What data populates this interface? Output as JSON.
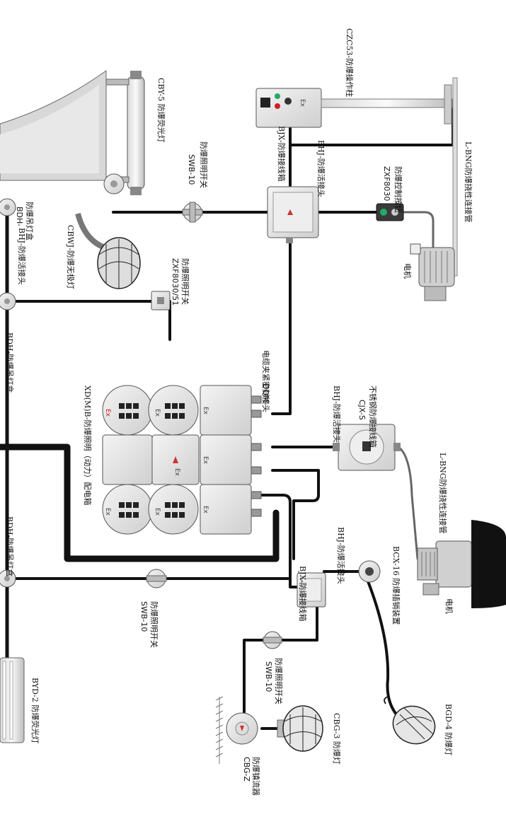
{
  "diagram": {
    "labels": {
      "czc53": "CZC53-防爆操作柱",
      "cby5": "CBY-5 防爆荧光灯",
      "swb10_top_model": "SWB-10",
      "swb10_top_name": "防爆照明开关",
      "bjx_top": "BJX-防爆接线箱",
      "bhj_top": "BHJ-防爆活接头",
      "zxf8030_model": "ZXF8030",
      "zxf8030_name": "防爆控制按钮",
      "lbng_top": "L-BNG防爆挠性连接管",
      "motor_top": "电机",
      "bdh_top_model": "BDH-",
      "bdh_top_name": "防爆吊灯盒",
      "bhj_left": "BHJ-防爆活接头",
      "cbwj": "CBWJ-防爆无极灯",
      "zxf80305_model": "ZXF8030/51",
      "zxf80305_name": "防爆照明开关",
      "dqm_model": "DQM-",
      "dqm_name": "电缆夹紧密封接头",
      "bdh_mid": "BDH-防爆吊灯盒",
      "xd_panel": "XD(M)B-防爆照明（动力）配电箱",
      "bhj_mid": "BHJ-防爆活接头",
      "cjx_model": "CJX-S",
      "cjx_name": "不锈钢防爆接线箱",
      "lbng_bottom": "L-BNG防爆挠性连接管",
      "bdh_bottom": "BDH-防爆吊灯盒",
      "bhj_bottom": "BHJ-防爆活接头",
      "bjx_bottom": "BJX-防爆接线箱",
      "bcx16": "BCX-16 防爆插销装置",
      "motor_bottom": "电机",
      "swb10_mid_model": "SWB-10",
      "swb10_mid_name": "防爆照明开关",
      "swb10_low_model": "SWB-10",
      "swb10_low_name": "防爆照明开关",
      "byd2": "BYD-2 防爆荧光灯",
      "cbg3": "CBG-3 防爆灯",
      "bgd4": "BGD-4 防爆灯",
      "cbgz_model": "CBG-Z",
      "cbgz_name": "防爆镇流器"
    },
    "marks": {
      "ex": "Ex"
    }
  }
}
